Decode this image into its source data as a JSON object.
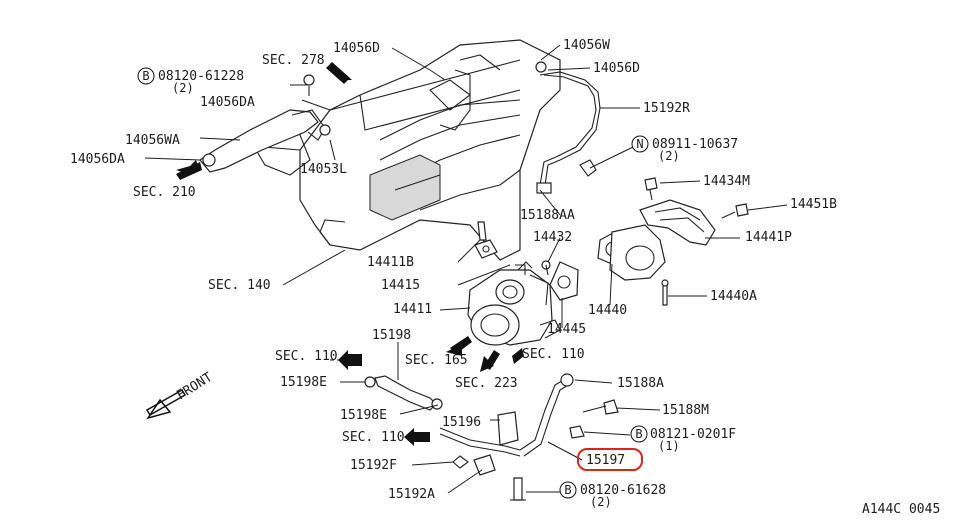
{
  "labels": {
    "l14056D_top": "14056D",
    "sec278": "SEC. 278",
    "bolt08120_61228": "08120-61228",
    "bolt08120_61228_qty": "(2)",
    "l14056DA_1": "14056DA",
    "l14056WA": "14056WA",
    "l14056DA_2": "14056DA",
    "sec210": "SEC. 210",
    "l14053L": "14053L",
    "l14056W": "14056W",
    "l14056D_right": "14056D",
    "l15192R": "15192R",
    "nut08911_10637": "08911-10637",
    "nut08911_10637_qty": "(2)",
    "l14434M": "14434M",
    "l14451B": "14451B",
    "l15188AA": "15188AA",
    "l14432": "14432",
    "l14441P": "14441P",
    "sec140": "SEC. 140",
    "l14411B": "14411B",
    "l14415": "14415",
    "l14411": "14411",
    "l14440": "14440",
    "l14440A": "14440A",
    "l14445": "14445",
    "l15198": "15198",
    "sec110_a": "SEC. 110",
    "sec165": "SEC. 165",
    "sec110_b": "SEC. 110",
    "l15198E_1": "15198E",
    "sec223": "SEC. 223",
    "l15188A": "15188A",
    "l15188M": "15188M",
    "l15198E_2": "15198E",
    "l15196": "15196",
    "bolt08121_0201F": "08121-0201F",
    "bolt08121_0201F_qty": "(1)",
    "sec110_c": "SEC. 110",
    "l15197": "15197",
    "l15192F": "15192F",
    "l15192A": "15192A",
    "bolt08120_61628": "08120-61628",
    "bolt08120_61628_qty": "(2)",
    "front": "FRONT",
    "diagram_code": "A144C 0045"
  },
  "symbols": {
    "b1": "B",
    "n1": "N",
    "b2": "B",
    "b3": "B"
  },
  "highlight": {
    "part": "15197",
    "color": "#d9261c"
  }
}
